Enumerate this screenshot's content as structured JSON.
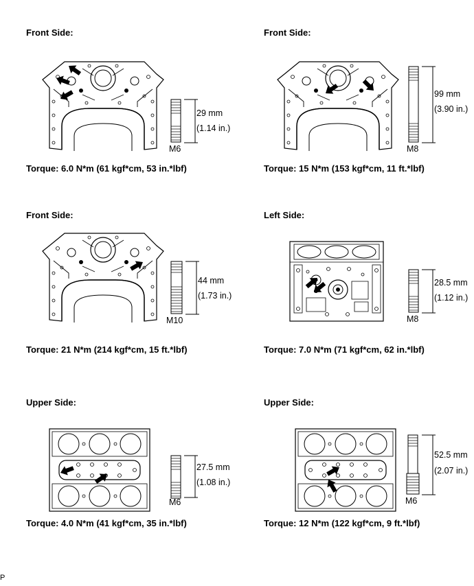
{
  "panels": [
    {
      "heading": "Front Side:",
      "torque": "Torque: 6.0 N*m (61 kgf*cm, 53 in.*lbf)",
      "length_mm": "29 mm",
      "length_in": "(1.14 in.)",
      "thread": "M6"
    },
    {
      "heading": "Front Side:",
      "torque": "Torque: 15 N*m (153 kgf*cm, 11 ft.*lbf)",
      "length_mm": "99 mm",
      "length_in": "(3.90 in.)",
      "thread": "M8"
    },
    {
      "heading": "Front Side:",
      "torque": "Torque: 21 N*m (214 kgf*cm, 15 ft.*lbf)",
      "length_mm": "44 mm",
      "length_in": "(1.73 in.)",
      "thread": "M10"
    },
    {
      "heading": "Left Side:",
      "torque": "Torque: 7.0 N*m (71 kgf*cm, 62 in.*lbf)",
      "length_mm": "28.5 mm",
      "length_in": "(1.12 in.)",
      "thread": "M8"
    },
    {
      "heading": "Upper Side:",
      "torque": "Torque: 4.0 N*m (41 kgf*cm, 35 in.*lbf)",
      "length_mm": "27.5 mm",
      "length_in": "(1.08 in.)",
      "thread": "M6"
    },
    {
      "heading": "Upper Side:",
      "torque": "Torque: 12 N*m (122 kgf*cm, 9 ft.*lbf)",
      "length_mm": "52.5 mm",
      "length_in": "(2.07 in.)",
      "thread": "M6"
    }
  ],
  "footer": "P"
}
